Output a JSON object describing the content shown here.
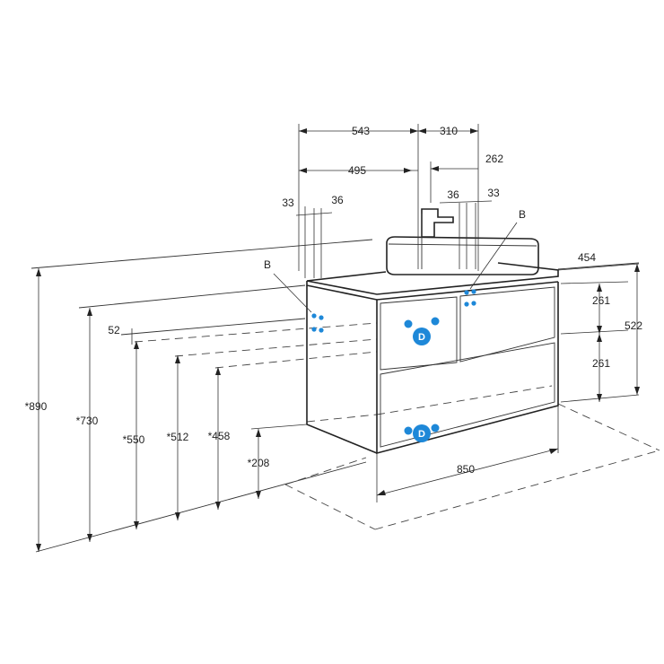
{
  "dimensions": {
    "d543": "543",
    "d310": "310",
    "d262": "262",
    "d495": "495",
    "d33_left": "33",
    "d36_left": "36",
    "d36_right": "36",
    "d33_right": "33",
    "d454": "454",
    "d261_top": "261",
    "d261_bottom": "261",
    "d522": "522",
    "d52": "52",
    "d890": "*890",
    "d730": "*730",
    "d550": "*550",
    "d512": "*512",
    "d458": "*458",
    "d208": "*208",
    "d850": "850"
  },
  "labels": {
    "b_left": "B",
    "b_right": "B",
    "d_marker": "D"
  },
  "colors": {
    "marker": "#1e88d8",
    "line": "#222222"
  }
}
